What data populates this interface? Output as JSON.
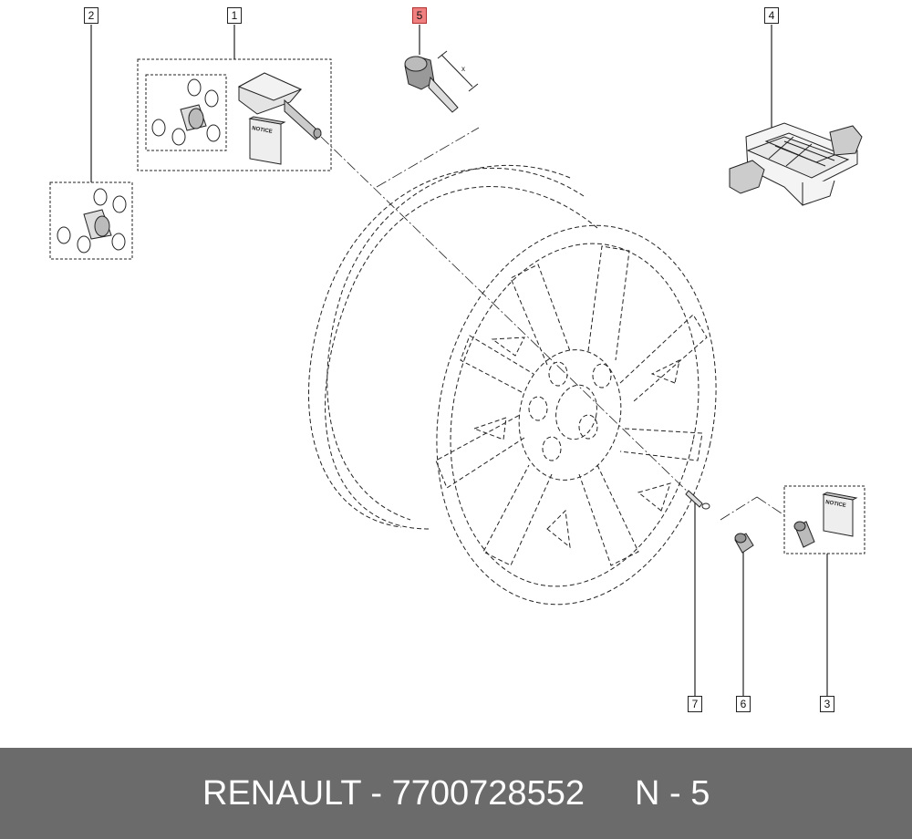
{
  "callouts": [
    {
      "id": "c1",
      "label": "1",
      "highlighted": false
    },
    {
      "id": "c2",
      "label": "2",
      "highlighted": false
    },
    {
      "id": "c3",
      "label": "3",
      "highlighted": false
    },
    {
      "id": "c4",
      "label": "4",
      "highlighted": false
    },
    {
      "id": "c5",
      "label": "5",
      "highlighted": true
    },
    {
      "id": "c6",
      "label": "6",
      "highlighted": false
    },
    {
      "id": "c7",
      "label": "7",
      "highlighted": false
    }
  ],
  "notice_label": "NOTICE",
  "dimension_label": "x",
  "footer": {
    "title": "RENAULT - 7700728552",
    "ref": "N - 5"
  },
  "colors": {
    "highlight": "#f08080",
    "footer_bg": "#6b6b6b",
    "line": "#222222"
  }
}
